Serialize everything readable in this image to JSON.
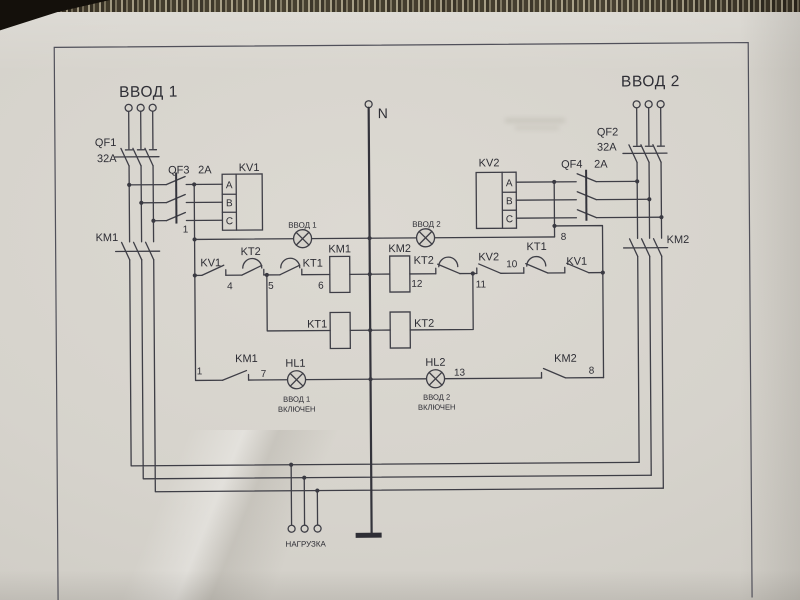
{
  "colors": {
    "ink": "#3e3e46",
    "paper": "#d6d3cc",
    "photo_edge": "#57503f"
  },
  "labels": {
    "input1_title": "ВВОД 1",
    "input2_title": "ВВОД 2",
    "neutral": "N",
    "load": "НАГРУЗКА",
    "qf1": "QF1",
    "qf1_rating": "32A",
    "qf2": "QF2",
    "qf2_rating": "32A",
    "qf3": "QF3",
    "qf3_rating": "2A",
    "qf4": "QF4",
    "qf4_rating": "2A",
    "kv1": "KV1",
    "kv2": "KV2",
    "km1": "KM1",
    "km2": "KM2",
    "kt1": "KT1",
    "kt2": "KT2",
    "hl1": "HL1",
    "hl2": "HL2",
    "phase_a": "A",
    "phase_b": "B",
    "phase_c": "C",
    "input1_caption": "ВВОД 1",
    "input2_caption": "ВВОД 2",
    "on_caption": "ВКЛЮЧЕН"
  },
  "wires": {
    "n1": "1",
    "n4": "4",
    "n5": "5",
    "n6": "6",
    "n7": "7",
    "n8": "8",
    "n10": "10",
    "n11": "11",
    "n12": "12",
    "n13": "13"
  }
}
